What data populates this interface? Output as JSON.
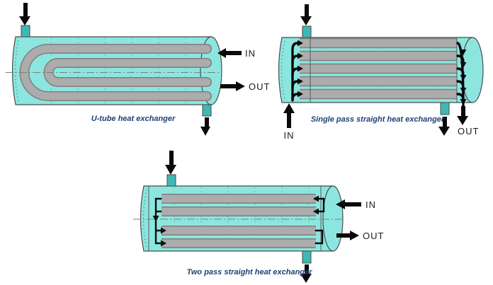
{
  "diagrams": {
    "u_tube": {
      "caption": "U-tube heat exchanger",
      "tube_inlet_label": "IN",
      "tube_outlet_label": "OUT"
    },
    "single_pass": {
      "caption": "Single pass straight heat exchanger",
      "tube_inlet_label": "IN",
      "tube_outlet_label": "OUT"
    },
    "two_pass": {
      "caption": "Two pass straight heat exchanger",
      "tube_inlet_label": "IN",
      "tube_outlet_label": "OUT"
    }
  },
  "colors": {
    "shell_fill": "#8CE6DF",
    "shell_stroke": "#4A4A4A",
    "tube_fill": "#ACACAC",
    "tube_stroke": "#7E7E7E",
    "nozzle_fill": "#3FB8B3",
    "nozzle_stroke": "#4A4A4A",
    "seam_color": "#46C8AE",
    "centerline_color": "#7E7E7E",
    "sheet_color": "#5A5A5A",
    "dotted_arc_color": "#35948E",
    "arrow_color": "#0A0A0A",
    "caption_color": "#1E4077",
    "label_color": "#1A1A1A"
  }
}
